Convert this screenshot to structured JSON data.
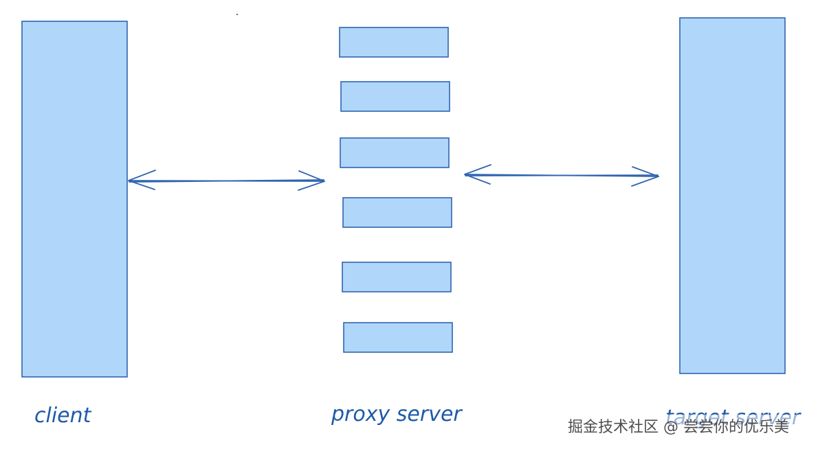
{
  "diagram": {
    "nodes": {
      "client": {
        "label": "client"
      },
      "proxy": {
        "label": "proxy server",
        "slot_count": 6
      },
      "target": {
        "label": "target server"
      }
    },
    "edges": [
      {
        "from": "client",
        "to": "proxy",
        "direction": "bidirectional"
      },
      {
        "from": "proxy",
        "to": "target",
        "direction": "bidirectional"
      }
    ],
    "colors": {
      "fill": "#b0d6fa",
      "stroke": "#2f64b0",
      "label": "#1e5aa8"
    }
  },
  "watermark": "掘金技术社区 @ 尝尝你的优乐美"
}
